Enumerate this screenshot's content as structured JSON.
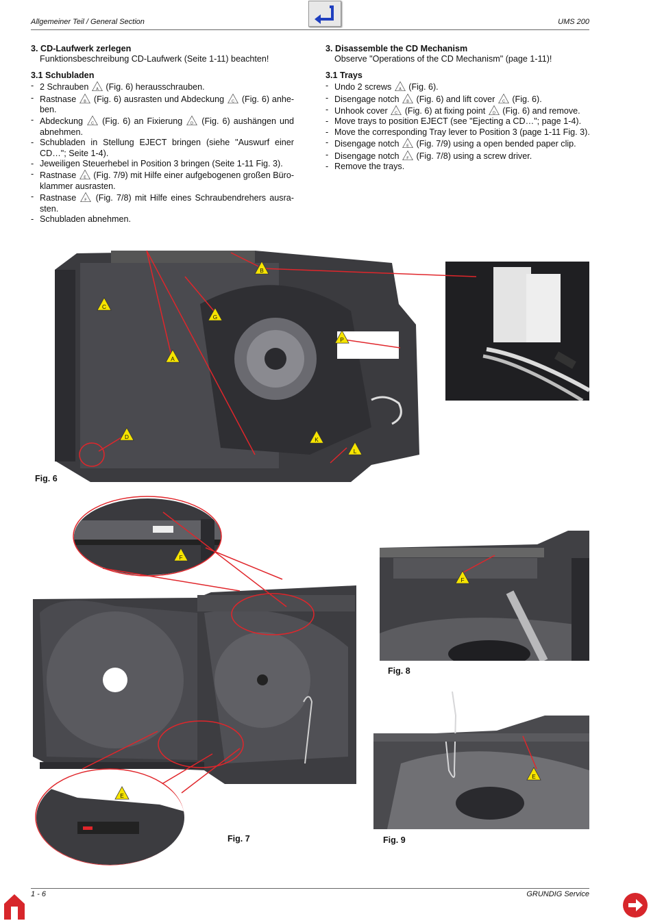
{
  "header": {
    "left": "Allgemeiner Teil / General Section",
    "right": "UMS 200"
  },
  "footer": {
    "left": "1 - 6",
    "right": "GRUNDIG Service"
  },
  "german": {
    "section_title": "3. CD-Laufwerk zerlegen",
    "section_note": "Funktionsbeschreibung CD-Laufwerk (Seite 1-11) beachten!",
    "sub_title": "3.1  Schubladen",
    "steps": [
      {
        "pre": "2 Schrauben",
        "mark": "A",
        "post": "(Fig. 6) herausschrauben."
      },
      {
        "pre": "Rastnase",
        "mark": "B",
        "mid": "(Fig. 6) ausrasten und Abdeckung",
        "mark2": "C",
        "post": "(Fig. 6) anhe­ben."
      },
      {
        "pre": "Abdeckung",
        "mark": "C",
        "mid": "(Fig. 6) an Fixierung",
        "mark2": "D",
        "post": "(Fig. 6) aushängen und abnehmen."
      },
      {
        "pre": "Schubladen in Stellung EJECT bringen (siehe \"Auswurf einer CD…\"; Seite 1-4)."
      },
      {
        "pre": "Jeweiligen Steuerhebel in Position 3 bringen (Seite 1-11 Fig. 3)."
      },
      {
        "pre": "Rastnase",
        "mark": "E",
        "post": "(Fig. 7/9) mit Hilfe einer aufgebogenen großen Büro­klammer ausrasten."
      },
      {
        "pre": "Rastnase",
        "mark": "F",
        "post": "(Fig. 7/8) mit Hilfe eines Schraubendrehers ausra­sten."
      },
      {
        "pre": "Schubladen abnehmen."
      }
    ]
  },
  "english": {
    "section_title": "3. Disassemble the CD Mechanism",
    "section_note": "Observe \"Operations of the CD Mechanism\" (page 1-11)!",
    "sub_title": "3.1  Trays",
    "steps": [
      {
        "pre": "Undo 2 screws",
        "mark": "A",
        "post": "(Fig. 6)."
      },
      {
        "pre": "Disengage notch",
        "mark": "B",
        "mid": "(Fig. 6) and lift cover",
        "mark2": "C",
        "post": "(Fig. 6)."
      },
      {
        "pre": "Unhook cover",
        "mark": "C",
        "mid": "(Fig. 6) at fixing point",
        "mark2": "D",
        "post": "(Fig. 6) and remove."
      },
      {
        "pre": "Move trays to position EJECT (see \"Ejecting a CD…\"; page 1-4)."
      },
      {
        "pre": "Move the corresponding Tray lever to Position 3 (page 1-11 Fig. 3)."
      },
      {
        "pre": "Disengage notch",
        "mark": "E",
        "post": "(Fig. 7/9) using a open bended paper clip."
      },
      {
        "pre": "Disengage notch",
        "mark": "F",
        "post": "(Fig. 7/8) using a screw driver."
      },
      {
        "pre": "Remove the trays."
      }
    ]
  },
  "figures": {
    "fig6": "Fig. 6",
    "fig7": "Fig. 7",
    "fig8": "Fig. 8",
    "fig9": "Fig. 9",
    "fig6_markers": [
      "A",
      "B",
      "C",
      "D",
      "G",
      "K",
      "L",
      "P"
    ],
    "fig7_markers": [
      "E",
      "F"
    ],
    "fig8_markers": [
      "F"
    ],
    "fig9_markers": [
      "E"
    ]
  },
  "colors": {
    "marker_fill": "#f6e400",
    "callout_line": "#e0262b",
    "nav_blue": "#1f3fbf",
    "nav_red": "#d7262b"
  }
}
